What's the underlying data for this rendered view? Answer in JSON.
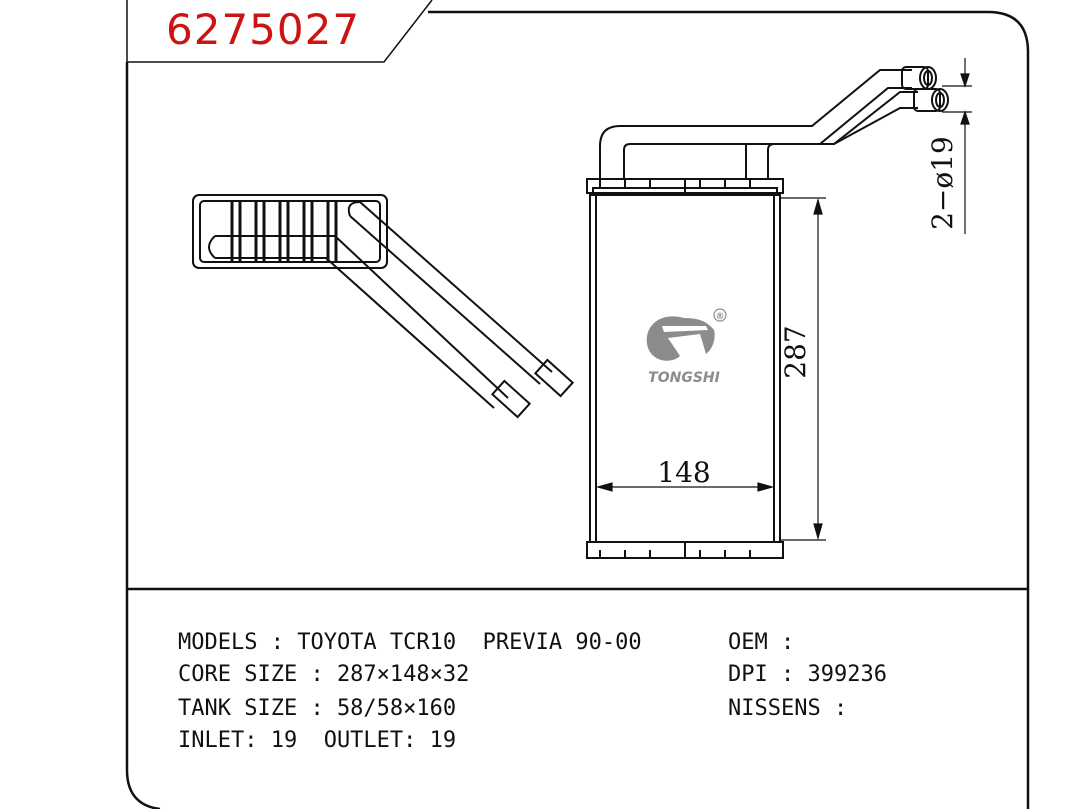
{
  "header": {
    "part_number": "6275027"
  },
  "drawing": {
    "dimension_core_height": "287",
    "dimension_core_width": "148",
    "dimension_pipes": "2−ø19",
    "logo": {
      "brand": "TONGSHI",
      "registered_mark": "®",
      "icon": "tongshi-logo-icon"
    }
  },
  "specs": {
    "models": "MODELS : TOYOTA TCR10  PREVIA 90-00",
    "core_size": "CORE SIZE : 287×148×32",
    "tank_size": "TANK SIZE : 58/58×160",
    "inlet_outlet": "INLET: 19  OUTLET: 19",
    "oem": "OEM :",
    "dpi": "DPI : 399236",
    "nissens": "NISSENS :"
  },
  "colors": {
    "part_number": "#cc1414",
    "line": "#111111",
    "logo_gray": "#8c8c8c"
  }
}
